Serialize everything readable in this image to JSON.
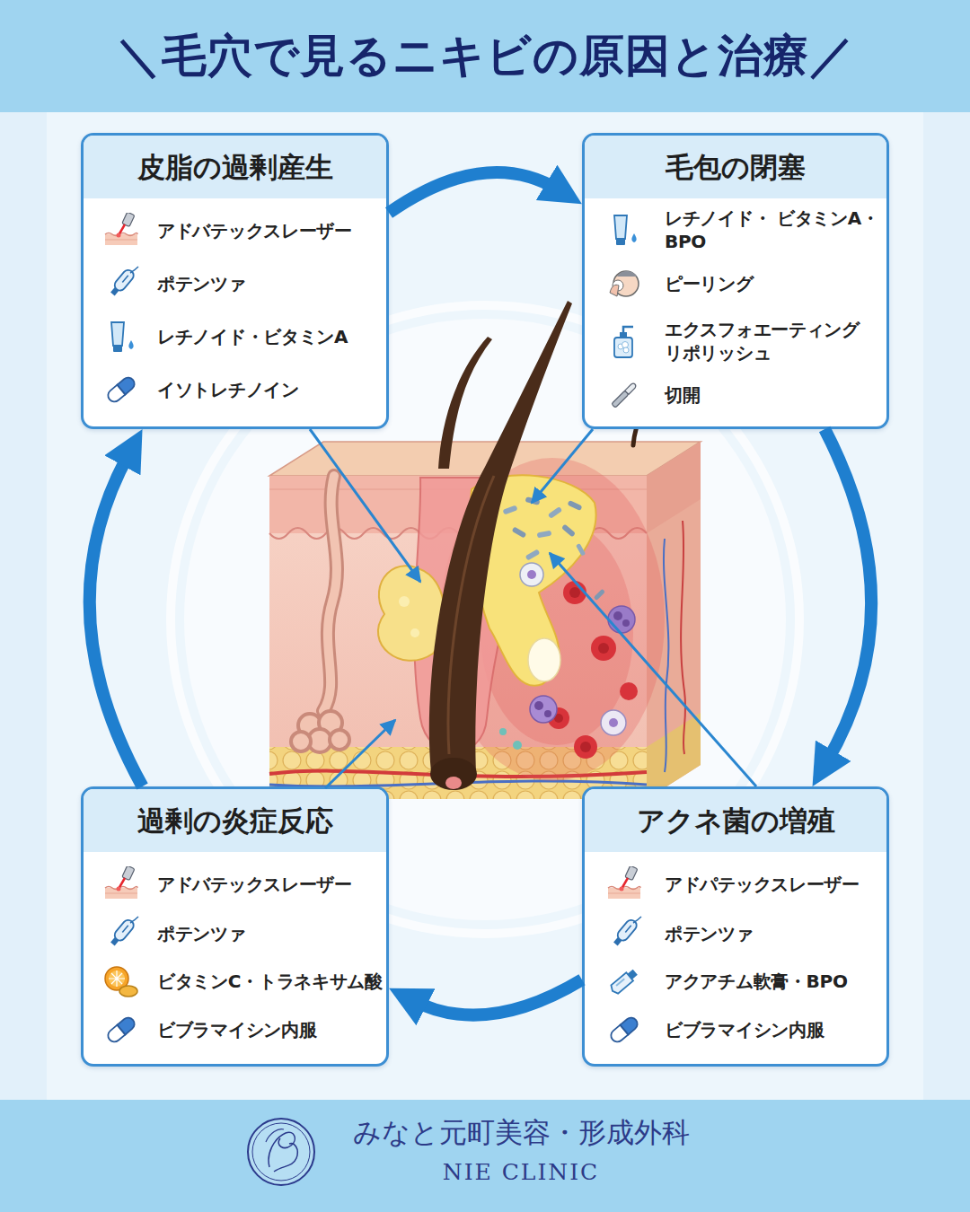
{
  "diagram": {
    "title": "＼毛穴で見るニキビの原因と治療／",
    "nodes": [
      {
        "text": [
          "皮脂の過剰産生",
          "アドバテックスレーザー",
          "ポテンツァ",
          "レチノイド・ビタミンA",
          "イソトレチノイン"
        ]
      },
      {
        "text": [
          "毛包の閉塞",
          "レチノイド・ ビタミンA・BPO",
          "ピーリング",
          "エクスフォエーティング リポリッシュ",
          "切開"
        ]
      },
      {
        "text": [
          "過剰の炎症反応",
          "アドバテックスレーザー",
          "ポテンツァ",
          "ビタミンC・トラネキサム酸",
          "ビブラマイシン内服"
        ]
      },
      {
        "text": [
          "アクネ菌の増殖",
          "アドパテックスレーザー",
          "ポテンツァ",
          "アクアチム軟膏・BPO",
          "ビブラマイシン内服"
        ]
      },
      {
        "text": [
          "みなと元町美容・形成外科",
          "NIE CLINIC"
        ]
      }
    ],
    "edges": [
      {
        "from": 0,
        "to": 1,
        "arrow": "to"
      },
      {
        "from": 1,
        "to": 3,
        "arrow": "to"
      },
      {
        "from": 3,
        "to": 2,
        "arrow": "to"
      },
      {
        "from": 2,
        "to": 0,
        "arrow": "to"
      }
    ]
  }
}
